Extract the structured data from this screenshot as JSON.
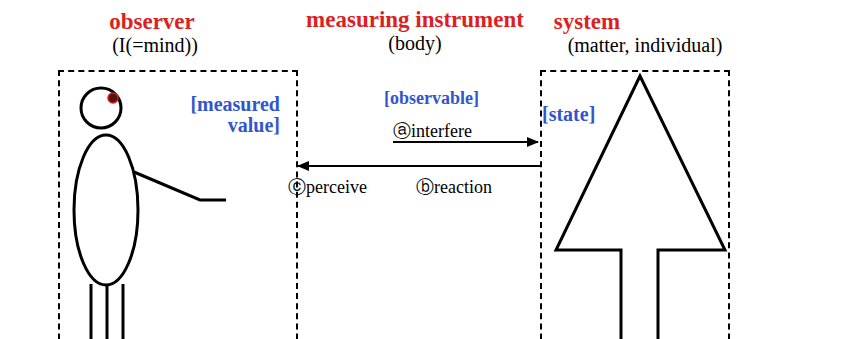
{
  "diagram": {
    "nodes": [
      {
        "text": [
          "observer",
          "(I(=mind))",
          "[measured value]"
        ]
      },
      {
        "text": [
          "system",
          "(matter, individual)",
          "[state]"
        ]
      }
    ],
    "edges": [
      {
        "from": 1,
        "to": 0,
        "arrow": "to",
        "label": "ⓑreaction"
      }
    ],
    "labels": [
      "measuring instrument",
      "(body)",
      "[observable]",
      "ⓐinterfere",
      "ⓒperceive"
    ]
  }
}
